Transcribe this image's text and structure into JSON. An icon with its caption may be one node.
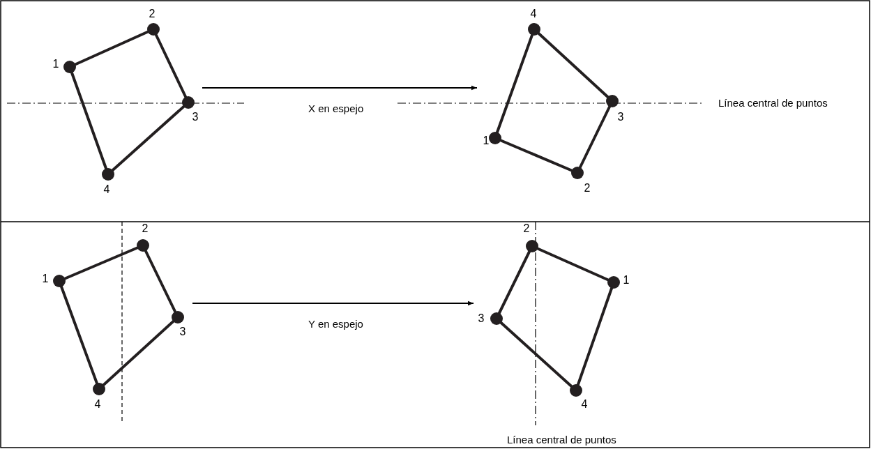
{
  "diagram": {
    "nodes": [
      {
        "text": [],
        "shape": "picture",
        "beside": [
          "2",
          "1",
          "3",
          "4"
        ]
      },
      {
        "text": [],
        "shape": "picture",
        "beside": [
          "4",
          "3",
          "1",
          "2"
        ]
      },
      {
        "text": [],
        "shape": "picture",
        "beside": [
          "2",
          "1",
          "3",
          "4"
        ]
      },
      {
        "text": [],
        "shape": "picture",
        "beside": [
          "2",
          "1",
          "3",
          "4"
        ]
      }
    ],
    "edges": [
      {
        "from": 0,
        "to": 1,
        "arrow": "to",
        "label": "X en espejo"
      },
      {
        "from": 2,
        "to": 3,
        "arrow": "to",
        "label": "Y en espejo"
      }
    ],
    "labels": [
      "Línea central de puntos",
      "Línea central de puntos"
    ]
  }
}
